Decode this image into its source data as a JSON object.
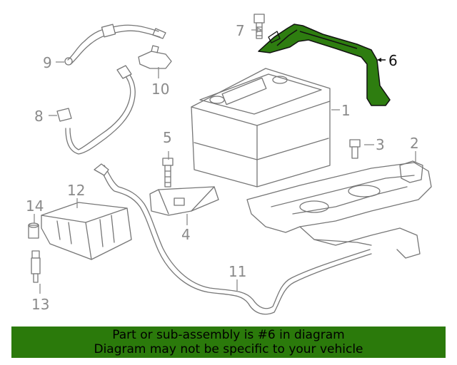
{
  "callouts": {
    "c1": "1",
    "c2": "2",
    "c3": "3",
    "c4": "4",
    "c5": "5",
    "c6": "6",
    "c7": "7",
    "c8": "8",
    "c9": "9",
    "c10": "10",
    "c11": "11",
    "c12": "12",
    "c13": "13",
    "c14": "14"
  },
  "banner": {
    "line1": "Part or sub-assembly is #6 in diagram",
    "line2": "Diagram may not be specific to your vehicle"
  },
  "colors": {
    "highlight": "#2e7d10",
    "banner_bg": "#2b7a0b",
    "line_art": "#777777"
  }
}
